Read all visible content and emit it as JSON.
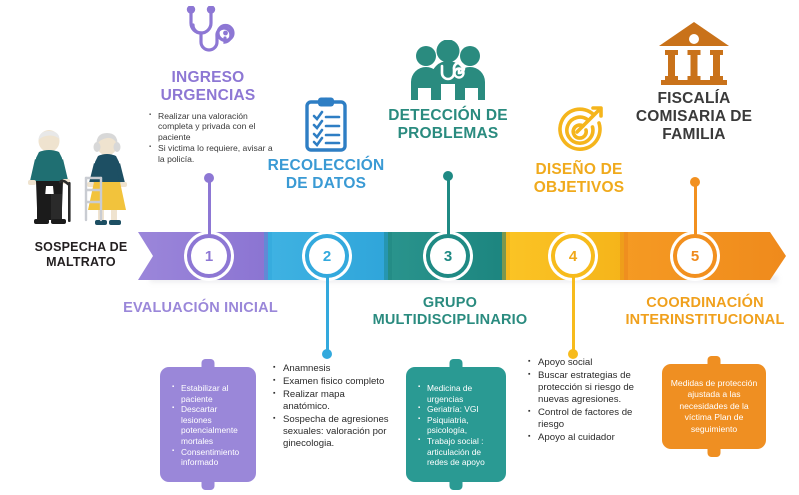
{
  "colors": {
    "purple": "#8d77d4",
    "purple_light": "#9b86da",
    "purple_box": "#9a87d9",
    "blue": "#33a9dd",
    "blue_dark": "#2e9fd6",
    "teal": "#1f8a84",
    "teal_light": "#28968f",
    "teal_box": "#2a9a93",
    "gold": "#f7bb1c",
    "gold_light": "#fac524",
    "orange": "#f2901f",
    "orange_dark": "#e98619",
    "orange_box": "#ef8f22",
    "text_dark": "#231f20",
    "detection_green": "#2a8b7f"
  },
  "suspicion": {
    "caption_line1": "SOSPECHA DE",
    "caption_line2": "MALTRATO",
    "icon": "elderly-couple-icon"
  },
  "steps": [
    {
      "number": "1",
      "icon": "stethoscope-icon",
      "title_line1": "INGRESO",
      "title_line2": "URGENCIAS",
      "bullets": [
        "Realizar una valoración completa y privada con el paciente",
        "Si victima lo requiere, avisar a la policía."
      ],
      "bottom_label_line1": "EVALUACIÓN INICIAL",
      "bottom_label_line2": "",
      "detail_style": "box",
      "detail_items": [
        "Estabilizar al paciente",
        "Descartar lesiones potencialmente mortales",
        "Consentimiento informado"
      ],
      "color": "#8d77d4"
    },
    {
      "number": "2",
      "icon": "clipboard-checklist-icon",
      "title_line1": "RECOLECCIÓN",
      "title_line2": "DE DATOS",
      "bullets": [],
      "bottom_label_line1": "",
      "bottom_label_line2": "",
      "detail_style": "plain",
      "detail_items": [
        "Anamnesis",
        "Examen fisico completo",
        "Realizar mapa anatómico.",
        "Sospecha de agresiones sexuales: valoración por ginecologia."
      ],
      "color": "#33a9dd"
    },
    {
      "number": "3",
      "icon": "medical-team-icon",
      "title_line1": "DETECCIÓN DE",
      "title_line2": "PROBLEMAS",
      "bullets": [],
      "bottom_label_line1": "GRUPO",
      "bottom_label_line2": "MULTIDISCIPLINARIO",
      "detail_style": "box",
      "detail_items": [
        "Medicina de urgencias",
        "Geriatría: VGI",
        "Psiquiatria, psicología,",
        "Trabajo social : articulación de redes de apoyo"
      ],
      "color": "#1f8a84"
    },
    {
      "number": "4",
      "icon": "target-bullseye-icon",
      "title_line1": "DISEÑO DE",
      "title_line2": "OBJETIVOS",
      "bullets": [],
      "bottom_label_line1": "",
      "bottom_label_line2": "",
      "detail_style": "plain",
      "detail_items": [
        "Apoyo social",
        "Buscar estrategias de protección si riesgo de nuevas agresiones.",
        "Control de factores de riesgo",
        "Apoyo al cuidador"
      ],
      "color": "#f7bb1c"
    },
    {
      "number": "5",
      "icon": "courthouse-icon",
      "title_line1": "FISCALÍA",
      "title_line2": "COMISARIA DE FAMILIA",
      "bullets": [],
      "bottom_label_line1": "COORDINACIÓN",
      "bottom_label_line2": "INTERINSTITUCIONAL",
      "detail_style": "box-center",
      "detail_text": "Medidas de protección ajustada a las necesidades de la víctima Plan de seguimiento",
      "detail_items": [],
      "color": "#f2901f"
    }
  ]
}
